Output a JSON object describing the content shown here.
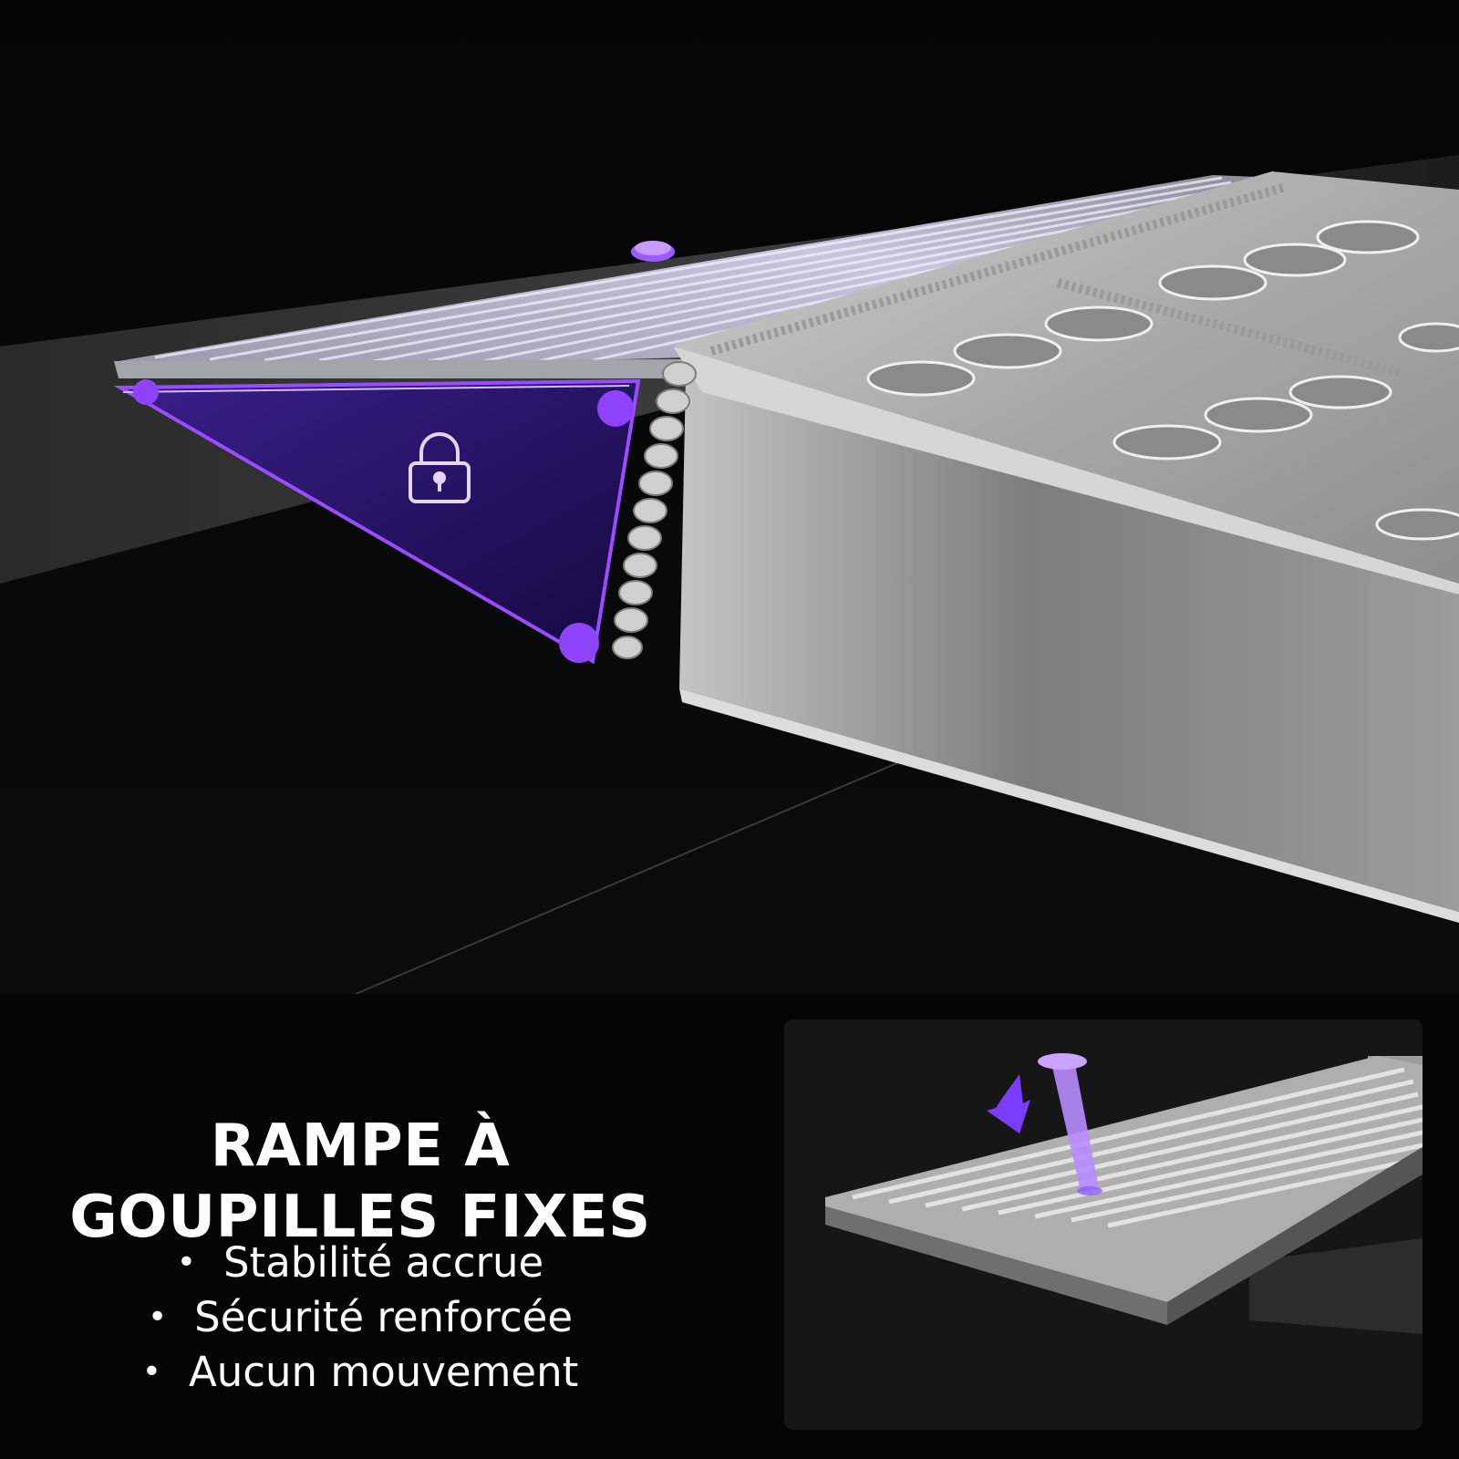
{
  "headline": {
    "line1": "RAMPE À",
    "line2": "GOUPILLES FIXES"
  },
  "features": [
    "Stabilité accrue",
    "Sécurité renforcée",
    "Aucun mouvement"
  ],
  "icons": {
    "hero_icon": "padlock-icon",
    "inset_icon": "arrow-down-icon"
  },
  "colors": {
    "accent": "#8a3dff",
    "background": "#000000",
    "text": "#ffffff",
    "metal": "#bfbfbf"
  }
}
